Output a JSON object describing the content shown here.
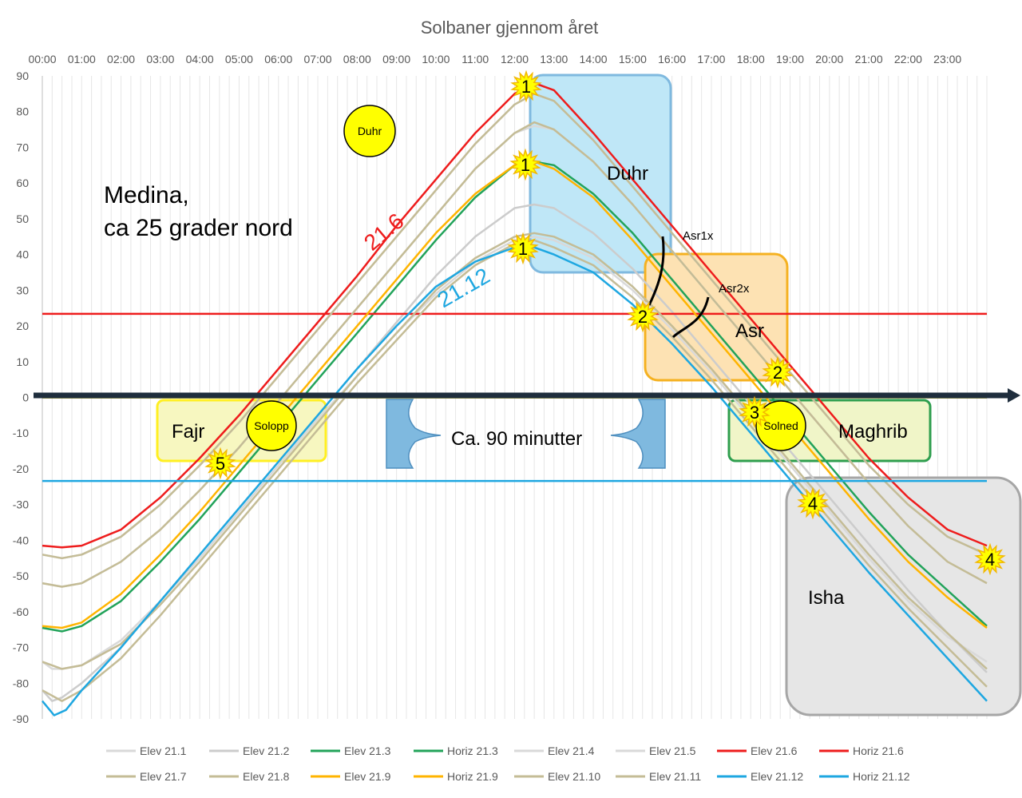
{
  "chart_data": {
    "type": "line",
    "title": "Solbaner gjennom året",
    "xlabel": "",
    "ylabel": "",
    "x_ticks": [
      "00:00",
      "01:00",
      "02:00",
      "03:00",
      "04:00",
      "05:00",
      "06:00",
      "07:00",
      "08:00",
      "09:00",
      "10:00",
      "11:00",
      "12:00",
      "13:00",
      "14:00",
      "15:00",
      "16:00",
      "17:00",
      "18:00",
      "19:00",
      "20:00",
      "21:00",
      "22:00",
      "23:00"
    ],
    "xlim": [
      0,
      24
    ],
    "ylim": [
      -90,
      90
    ],
    "y_ticks": [
      90,
      80,
      70,
      60,
      50,
      40,
      30,
      20,
      10,
      0,
      -10,
      -20,
      -30,
      -40,
      -50,
      -60,
      -70,
      -80,
      -90
    ],
    "grid": "vertical",
    "legend_position": "bottom",
    "series": [
      {
        "name": "Elev 21.1",
        "color": "#d9d9d9",
        "x": [
          0,
          0.25,
          0.5,
          1,
          2,
          3,
          4,
          5,
          6,
          7,
          8,
          9,
          10,
          11,
          12,
          12.5,
          13,
          14,
          15,
          16,
          17,
          18,
          19,
          20,
          21,
          22,
          23,
          24
        ],
        "values": [
          -74,
          -76,
          -76,
          -75,
          -68,
          -57,
          -45,
          -32,
          -19,
          -6,
          6,
          18,
          29,
          38,
          44,
          45,
          44,
          39,
          30,
          19,
          7,
          -6,
          -19,
          -32,
          -45,
          -57,
          -67,
          -74
        ]
      },
      {
        "name": "Elev 21.2",
        "color": "#cccccc",
        "x": [
          0,
          0.25,
          0.5,
          1,
          2,
          3,
          4,
          5,
          6,
          7,
          8,
          9,
          10,
          11,
          12,
          12.5,
          13,
          14,
          15,
          16,
          17,
          18,
          19,
          20,
          21,
          22,
          23,
          24
        ],
        "values": [
          -82,
          -85,
          -84,
          -80,
          -70,
          -57,
          -44,
          -31,
          -18,
          -5,
          8,
          21,
          34,
          45,
          53,
          54,
          53,
          46,
          36,
          24,
          11,
          -2,
          -15,
          -28,
          -41,
          -54,
          -66,
          -77
        ]
      },
      {
        "name": "Elev 21.3",
        "color": "#22a35a",
        "x": [
          0,
          0.5,
          1,
          2,
          3,
          4,
          5,
          6,
          7,
          8,
          9,
          10,
          11,
          12,
          12.5,
          13,
          14,
          15,
          16,
          17,
          18,
          19,
          20,
          21,
          22,
          23,
          24
        ],
        "values": [
          -64.5,
          -65.5,
          -64,
          -57,
          -46,
          -34,
          -21,
          -8,
          5,
          18,
          31,
          44,
          56,
          65,
          66,
          65,
          57,
          46,
          33,
          20,
          7,
          -6,
          -19,
          -32,
          -44,
          -54,
          -64
        ]
      },
      {
        "name": "Horiz 21.3",
        "color": "#22a35a",
        "x": [
          0,
          24
        ],
        "values": [
          0,
          0
        ]
      },
      {
        "name": "Elev 21.4",
        "color": "#d9d9d9",
        "x": [
          0,
          0.5,
          1,
          2,
          3,
          4,
          5,
          6,
          7,
          8,
          9,
          10,
          11,
          12,
          12.5,
          13,
          14,
          15,
          16,
          17,
          18,
          19,
          20,
          21,
          22,
          23,
          24
        ],
        "values": [
          -52,
          -53,
          -52,
          -46,
          -37,
          -26,
          -14,
          -1,
          12,
          25,
          38,
          51,
          64,
          74,
          76,
          75,
          66,
          54,
          41,
          28,
          15,
          2,
          -11,
          -24,
          -36,
          -46,
          -52
        ]
      },
      {
        "name": "Elev 21.5",
        "color": "#d9d9d9",
        "x": [
          0,
          0.5,
          1,
          2,
          3,
          4,
          5,
          6,
          7,
          8,
          9,
          10,
          11,
          12,
          12.5,
          13,
          14,
          15,
          16,
          17,
          18,
          19,
          20,
          21,
          22,
          23,
          24
        ],
        "values": [
          -44,
          -45,
          -44,
          -39,
          -30,
          -19,
          -7,
          6,
          19,
          32,
          45,
          58,
          71,
          82,
          85,
          83,
          72,
          59,
          46,
          33,
          20,
          7,
          -6,
          -19,
          -30,
          -39,
          -44
        ]
      },
      {
        "name": "Elev 21.6",
        "color": "#ee1c1c",
        "x": [
          0,
          0.5,
          1,
          2,
          3,
          4,
          5,
          6,
          7,
          8,
          9,
          10,
          11,
          12,
          12.5,
          13,
          14,
          15,
          16,
          17,
          18,
          19,
          20,
          21,
          22,
          23,
          24
        ],
        "values": [
          -41.5,
          -42,
          -41.5,
          -37,
          -28,
          -17,
          -5,
          8,
          21,
          34,
          48,
          61,
          74,
          85,
          88,
          86,
          74,
          61,
          48,
          35,
          22,
          9,
          -4,
          -17,
          -28,
          -37,
          -41.5
        ]
      },
      {
        "name": "Horiz 21.6",
        "color": "#ee1c1c",
        "x": [
          0,
          24
        ],
        "values": [
          23.4,
          23.4
        ]
      },
      {
        "name": "Elev 21.7",
        "color": "#c4bc96",
        "x": [
          0,
          0.5,
          1,
          2,
          3,
          4,
          5,
          6,
          7,
          8,
          9,
          10,
          11,
          12,
          12.5,
          13,
          14,
          15,
          16,
          17,
          18,
          19,
          20,
          21,
          22,
          23,
          24
        ],
        "values": [
          -44,
          -45,
          -44,
          -39,
          -30,
          -19,
          -7,
          6,
          19,
          32,
          45,
          58,
          71,
          82,
          85,
          83,
          72,
          59,
          46,
          33,
          20,
          7,
          -6,
          -19,
          -30,
          -39,
          -44
        ]
      },
      {
        "name": "Elev 21.8",
        "color": "#c4bc96",
        "x": [
          0,
          0.5,
          1,
          2,
          3,
          4,
          5,
          6,
          7,
          8,
          9,
          10,
          11,
          12,
          12.5,
          13,
          14,
          15,
          16,
          17,
          18,
          19,
          20,
          21,
          22,
          23,
          24
        ],
        "values": [
          -52,
          -53,
          -52,
          -46,
          -37,
          -26,
          -14,
          -1,
          12,
          25,
          38,
          51,
          64,
          74,
          77,
          75,
          66,
          54,
          41,
          28,
          15,
          2,
          -11,
          -24,
          -36,
          -46,
          -52
        ]
      },
      {
        "name": "Elev 21.9",
        "color": "#ffb400",
        "x": [
          0,
          0.5,
          1,
          2,
          3,
          4,
          5,
          6,
          7,
          8,
          9,
          10,
          11,
          12,
          12.5,
          13,
          14,
          15,
          16,
          17,
          18,
          19,
          20,
          21,
          22,
          23,
          24
        ],
        "values": [
          -64,
          -64.5,
          -63,
          -55,
          -44,
          -32,
          -19,
          -6,
          7,
          20,
          33,
          46,
          57,
          65,
          66,
          64,
          56,
          44,
          31,
          18,
          5,
          -8,
          -21,
          -34,
          -46,
          -56,
          -64.5
        ]
      },
      {
        "name": "Horiz 21.9",
        "color": "#ffb400",
        "x": [
          0,
          24
        ],
        "values": [
          0,
          0
        ]
      },
      {
        "name": "Elev 21.10",
        "color": "#c4bc96",
        "x": [
          0,
          0.5,
          1,
          2,
          3,
          4,
          5,
          6,
          7,
          8,
          9,
          10,
          11,
          12,
          12.5,
          13,
          14,
          15,
          16,
          17,
          18,
          19,
          20,
          21,
          22,
          23,
          24
        ],
        "values": [
          -74,
          -76,
          -75,
          -69,
          -58,
          -46,
          -33,
          -20,
          -7,
          6,
          18,
          30,
          39,
          45,
          46,
          45,
          40,
          31,
          20,
          8,
          -5,
          -18,
          -31,
          -44,
          -56,
          -66,
          -76
        ]
      },
      {
        "name": "Elev 21.11",
        "color": "#c4bc96",
        "x": [
          0,
          0.5,
          1,
          2,
          3,
          4,
          5,
          6,
          7,
          8,
          9,
          10,
          11,
          12,
          12.5,
          13,
          14,
          15,
          16,
          17,
          18,
          19,
          20,
          21,
          22,
          23,
          24
        ],
        "values": [
          -82,
          -85,
          -82,
          -73,
          -61,
          -48,
          -35,
          -22,
          -9,
          4,
          16,
          28,
          37,
          43,
          44,
          42,
          37,
          28,
          17,
          5,
          -8,
          -21,
          -34,
          -47,
          -59,
          -70,
          -81
        ]
      },
      {
        "name": "Elev 21.12",
        "color": "#1ea7e1",
        "x": [
          0,
          0.3,
          0.6,
          1,
          2,
          3,
          4,
          5,
          6,
          7,
          8,
          9,
          10,
          11,
          12,
          12.5,
          13,
          14,
          15,
          16,
          17,
          18,
          19,
          20,
          21,
          22,
          23,
          24
        ],
        "values": [
          -85,
          -89,
          -87.5,
          -82,
          -70,
          -57,
          -44,
          -31,
          -18,
          -5,
          8,
          20,
          31,
          38,
          42,
          42,
          40,
          35,
          26,
          15,
          3,
          -10,
          -23,
          -36,
          -49,
          -61,
          -73,
          -85
        ]
      },
      {
        "name": "Horiz 21.12",
        "color": "#1ea7e1",
        "x": [
          0,
          24
        ],
        "values": [
          -23.4,
          -23.4
        ]
      }
    ]
  },
  "annotations": {
    "location_line1": "Medina,",
    "location_line2": "ca 25 grader nord",
    "label_june": "21.6",
    "label_dec": "21.12",
    "duhr_circle": "Duhr",
    "duhr_box": "Duhr",
    "asr_box": "Asr",
    "asr1x": "Asr1x",
    "asr2x": "Asr2x",
    "fajr": "Fajr",
    "solopp": "Solopp",
    "solned": "Solned",
    "maghrib": "Maghrib",
    "isha": "Isha",
    "ca90": "Ca. 90 minutter",
    "marker_1": "1",
    "marker_2": "2",
    "marker_3": "3",
    "marker_4": "4",
    "marker_5": "5"
  }
}
